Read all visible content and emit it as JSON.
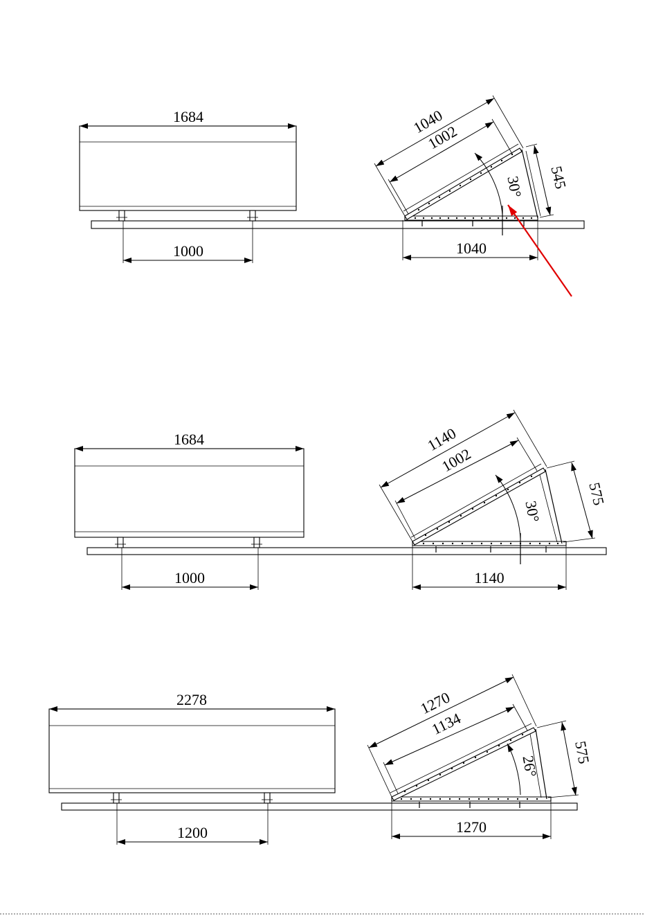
{
  "drawings": [
    {
      "panel_width_label": "1684",
      "clamp_spacing_label": "1000",
      "frame_length_label": "1040",
      "panel_length_label": "1002",
      "base_length_label": "1040",
      "leg_height_label": "545",
      "tilt_angle_label": "30°"
    },
    {
      "panel_width_label": "1684",
      "clamp_spacing_label": "1000",
      "frame_length_label": "1140",
      "panel_length_label": "1002",
      "base_length_label": "1140",
      "leg_height_label": "575",
      "tilt_angle_label": "30°"
    },
    {
      "panel_width_label": "2278",
      "clamp_spacing_label": "1200",
      "frame_length_label": "1270",
      "panel_length_label": "1134",
      "base_length_label": "1270",
      "leg_height_label": "575",
      "tilt_angle_label": "26°"
    }
  ],
  "colors": {
    "line": "#000000",
    "pointer_arrow": "#e00000"
  }
}
